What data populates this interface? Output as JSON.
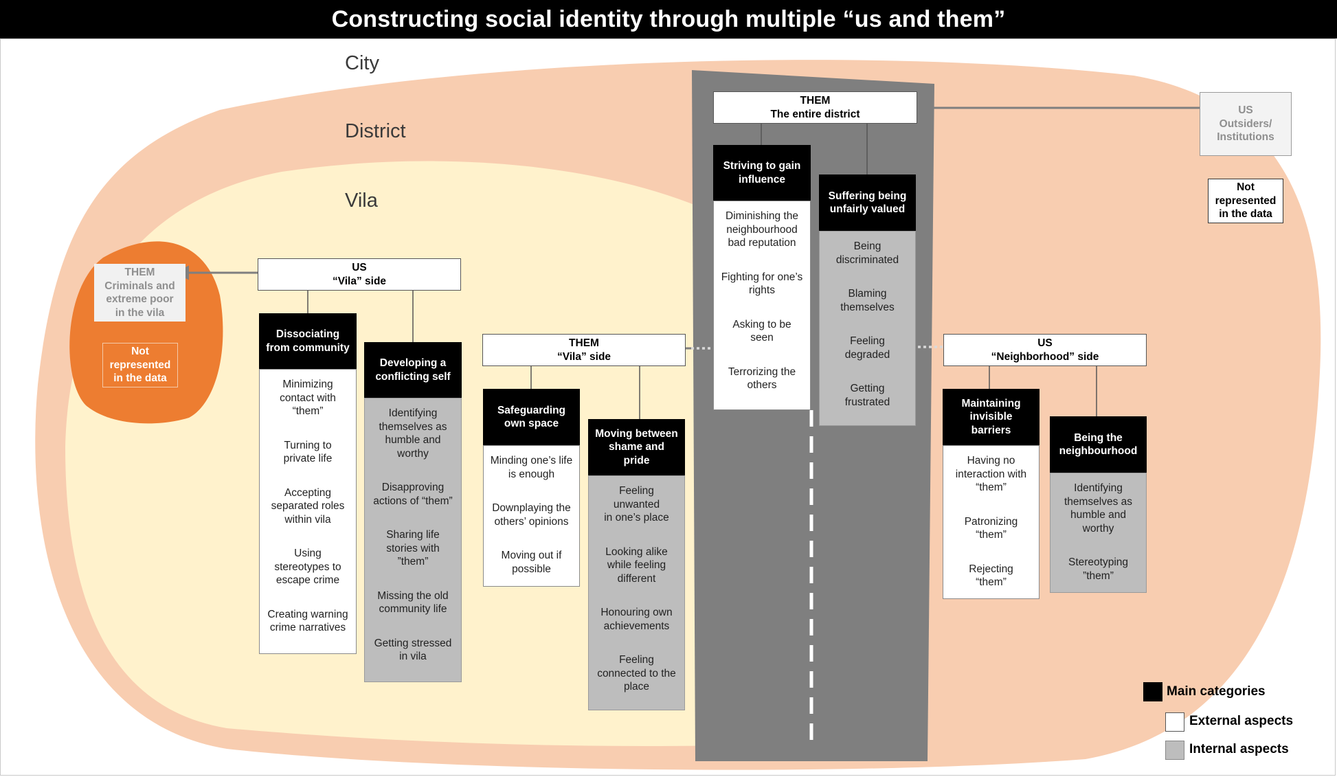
{
  "title": "Constructing social identity through multiple “us and them”",
  "zones": {
    "city": "City",
    "district": "District",
    "vila": "Vila"
  },
  "colors": {
    "district": "#f8cdb0",
    "vila": "#fff2cc",
    "criminals": "#ed7d31",
    "road": "#7f7f7f",
    "main": "#000000",
    "internal": "#bdbdbd"
  },
  "criminals": {
    "header": [
      "THEM",
      "Criminals and",
      "extreme poor",
      "in the vila"
    ],
    "not_represented": [
      "Not",
      "represented",
      "in the data"
    ]
  },
  "us_vila": {
    "header": [
      "US",
      "“Vila” side"
    ],
    "dissociating": {
      "title": [
        "Dissociating",
        "from community"
      ],
      "items": [
        [
          "Minimizing",
          "contact with",
          "“them”"
        ],
        [
          "Turning to",
          "private life"
        ],
        [
          "Accepting",
          "separated roles",
          "within vila"
        ],
        [
          "Using",
          "stereotypes to",
          "escape crime"
        ],
        [
          "Creating warning",
          "crime narratives"
        ]
      ]
    },
    "conflicting": {
      "title": [
        "Developing a",
        "conflicting self"
      ],
      "items": [
        [
          "Identifying",
          "themselves as",
          "humble and",
          "worthy"
        ],
        [
          "Disapproving",
          "actions of “them”"
        ],
        [
          "Sharing life",
          "stories with",
          "”them”"
        ],
        [
          "Missing the old",
          "community life"
        ],
        [
          "Getting stressed",
          "in  vila"
        ]
      ]
    }
  },
  "them_vila": {
    "header": [
      "THEM",
      "“Vila” side"
    ],
    "safeguarding": {
      "title": [
        "Safeguarding",
        "own space"
      ],
      "items": [
        [
          "Minding one’s life",
          "is enough"
        ],
        [
          "Downplaying the",
          "others’ opinions"
        ],
        [
          "Moving out if",
          "possible"
        ]
      ]
    },
    "moving": {
      "title": [
        "Moving between",
        "shame and",
        "pride"
      ],
      "items": [
        [
          "Feeling",
          "unwanted",
          "in one’s place"
        ],
        [
          "Looking alike",
          "while feeling",
          "different"
        ],
        [
          "Honouring own",
          "achievements"
        ],
        [
          "Feeling",
          "connected to the",
          "place"
        ]
      ]
    }
  },
  "them_district": {
    "header": [
      "THEM",
      "The entire district"
    ],
    "striving": {
      "title": [
        "Striving to gain",
        "influence"
      ],
      "items": [
        [
          "Diminishing the",
          "neighbourhood",
          "bad reputation"
        ],
        [
          "Fighting for one’s",
          "rights"
        ],
        [
          "Asking to be",
          "seen"
        ],
        [
          "Terrorizing the",
          "others"
        ]
      ]
    },
    "suffering": {
      "title": [
        "Suffering being",
        "unfairly valued"
      ],
      "items": [
        [
          "Being",
          "discriminated"
        ],
        [
          "Blaming",
          "themselves"
        ],
        [
          "Feeling",
          "degraded"
        ],
        [
          "Getting",
          "frustrated"
        ]
      ]
    }
  },
  "us_neighborhood": {
    "header": [
      "US",
      "“Neighborhood” side"
    ],
    "barriers": {
      "title": [
        "Maintaining",
        "invisible",
        "barriers"
      ],
      "items": [
        [
          "Having no",
          "interaction with",
          "“them”"
        ],
        [
          "Patronizing",
          "“them”"
        ],
        [
          "Rejecting",
          "“them”"
        ]
      ]
    },
    "being": {
      "title": [
        "Being the",
        "neighbourhood"
      ],
      "items": [
        [
          "Identifying",
          "themselves as",
          "humble and",
          "worthy"
        ],
        [
          "Stereotyping",
          "”them”"
        ]
      ]
    }
  },
  "outsiders": {
    "header": [
      "US",
      "Outsiders/",
      "Institutions"
    ],
    "not_represented": [
      "Not",
      "represented",
      "in the data"
    ]
  },
  "legend": {
    "main": "Main categories",
    "external": "External aspects",
    "internal": "Internal aspects"
  }
}
